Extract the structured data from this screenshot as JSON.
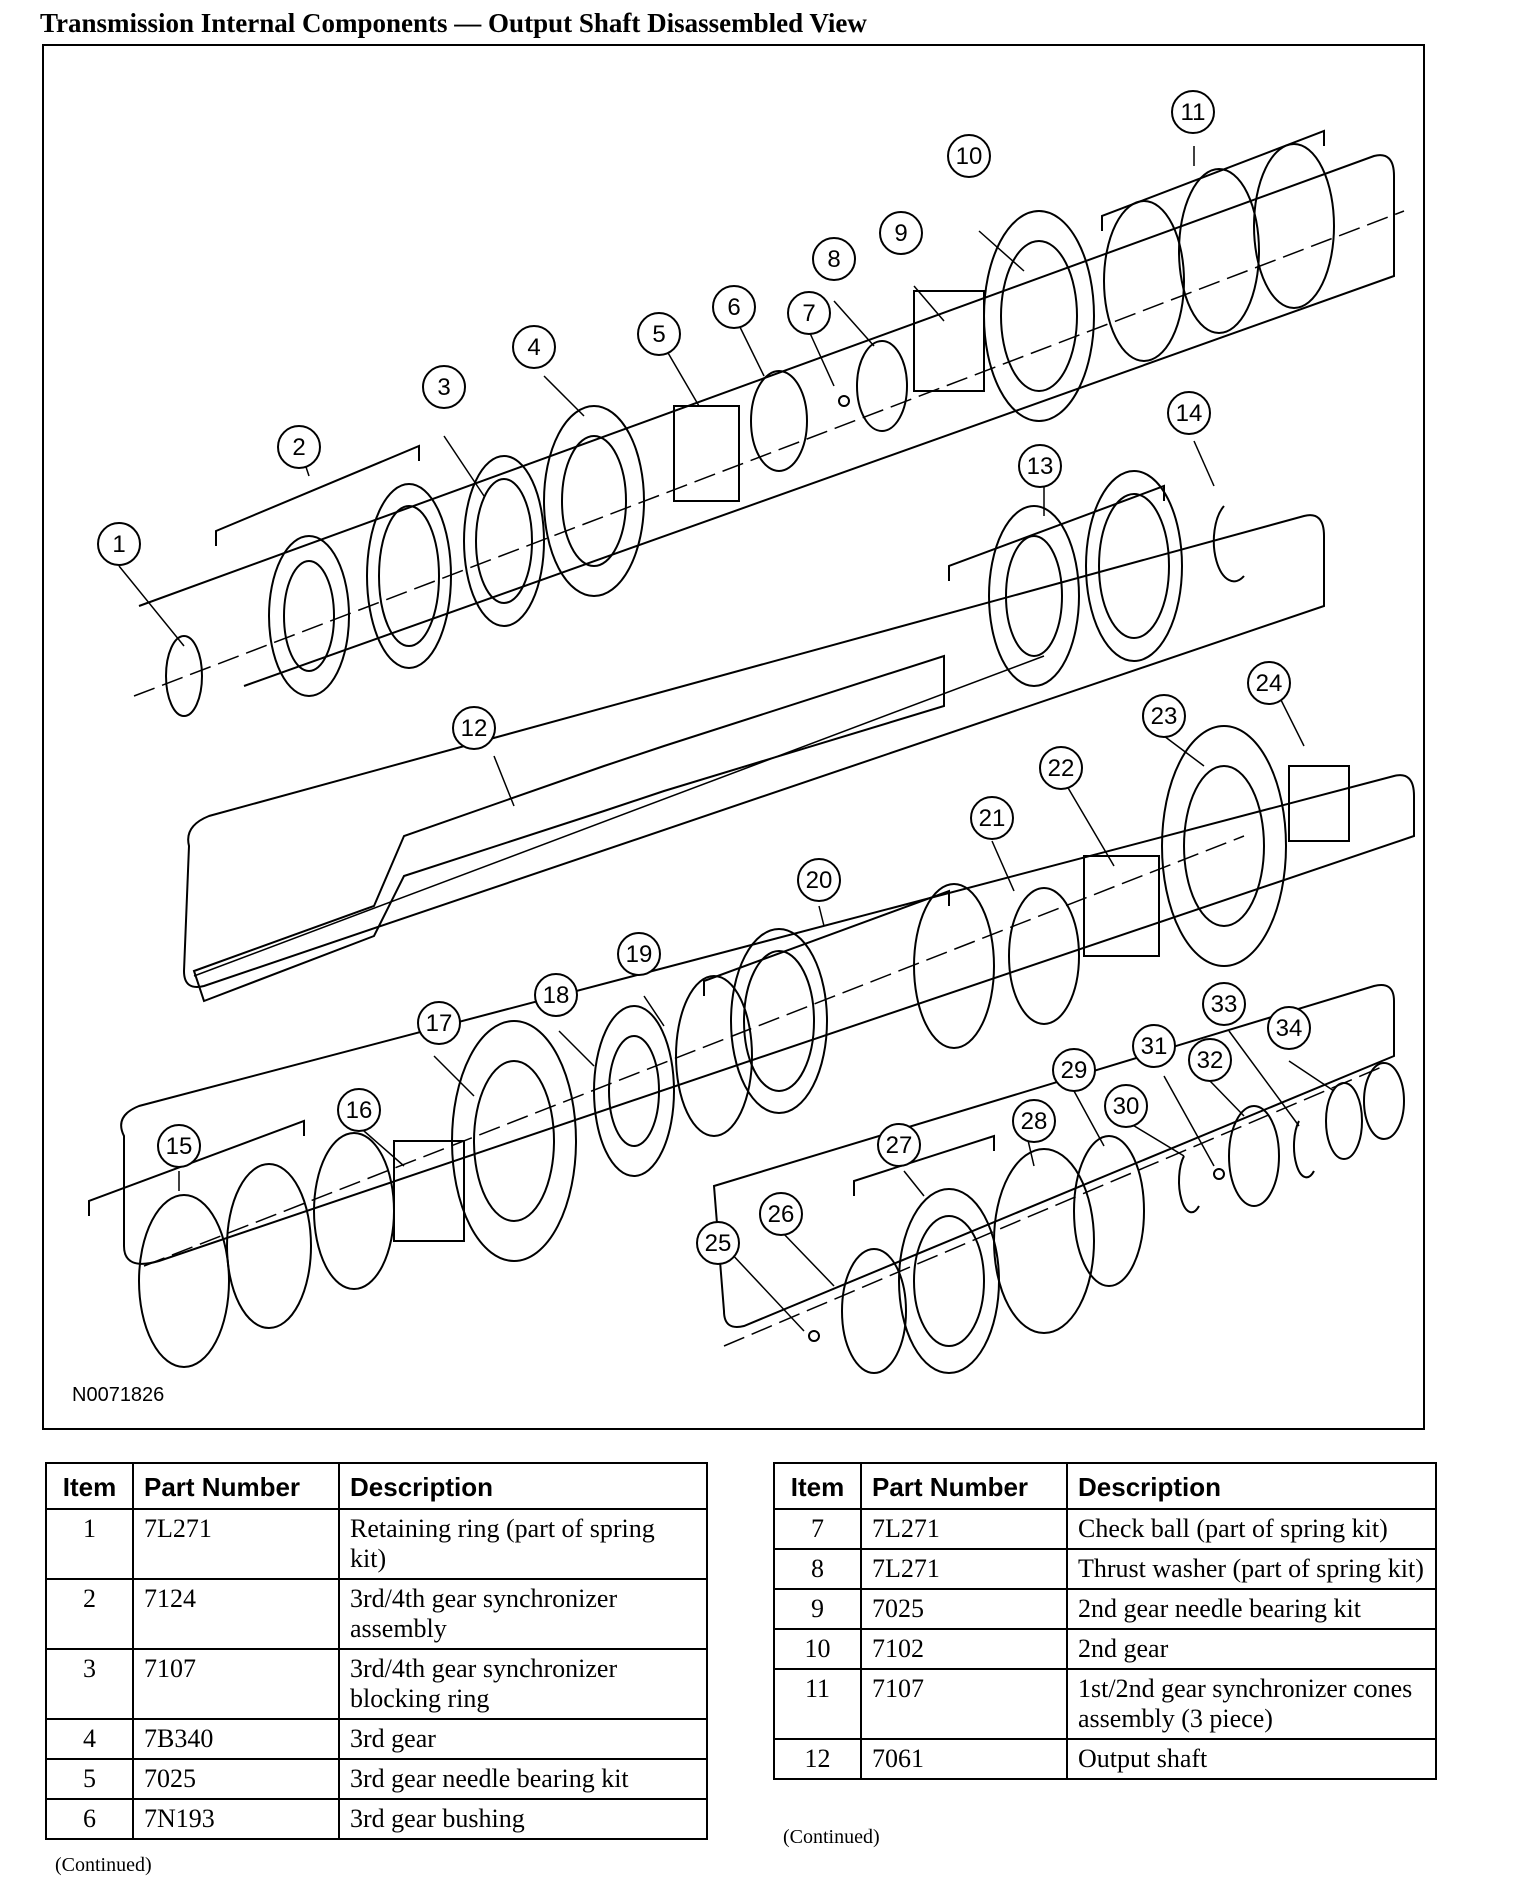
{
  "page_title": "Transmission Internal Components — Output Shaft Disassembled View",
  "figure_id": "N0071826",
  "callouts": [
    "1",
    "2",
    "3",
    "4",
    "5",
    "6",
    "7",
    "8",
    "9",
    "10",
    "11",
    "12",
    "13",
    "14",
    "15",
    "16",
    "17",
    "18",
    "19",
    "20",
    "21",
    "22",
    "23",
    "24",
    "25",
    "26",
    "27",
    "28",
    "29",
    "30",
    "31",
    "32",
    "33",
    "34"
  ],
  "table_headers": {
    "item": "Item",
    "part_number": "Part Number",
    "description": "Description"
  },
  "left_table": [
    {
      "item": "1",
      "part": "7L271",
      "desc": "Retaining ring (part of spring kit)"
    },
    {
      "item": "2",
      "part": "7124",
      "desc": "3rd/4th gear synchronizer assembly"
    },
    {
      "item": "3",
      "part": "7107",
      "desc": "3rd/4th gear synchronizer blocking ring"
    },
    {
      "item": "4",
      "part": "7B340",
      "desc": "3rd gear"
    },
    {
      "item": "5",
      "part": "7025",
      "desc": "3rd gear needle bearing kit"
    },
    {
      "item": "6",
      "part": "7N193",
      "desc": "3rd gear bushing"
    }
  ],
  "right_table": [
    {
      "item": "7",
      "part": "7L271",
      "desc": "Check ball (part of spring kit)"
    },
    {
      "item": "8",
      "part": "7L271",
      "desc": "Thrust washer (part of spring kit)"
    },
    {
      "item": "9",
      "part": "7025",
      "desc": "2nd gear needle bearing kit"
    },
    {
      "item": "10",
      "part": "7102",
      "desc": "2nd gear"
    },
    {
      "item": "11",
      "part": "7107",
      "desc": "1st/2nd gear synchronizer cones assembly (3 piece)"
    },
    {
      "item": "12",
      "part": "7061",
      "desc": "Output shaft"
    }
  ],
  "continued_label": "(Continued)"
}
